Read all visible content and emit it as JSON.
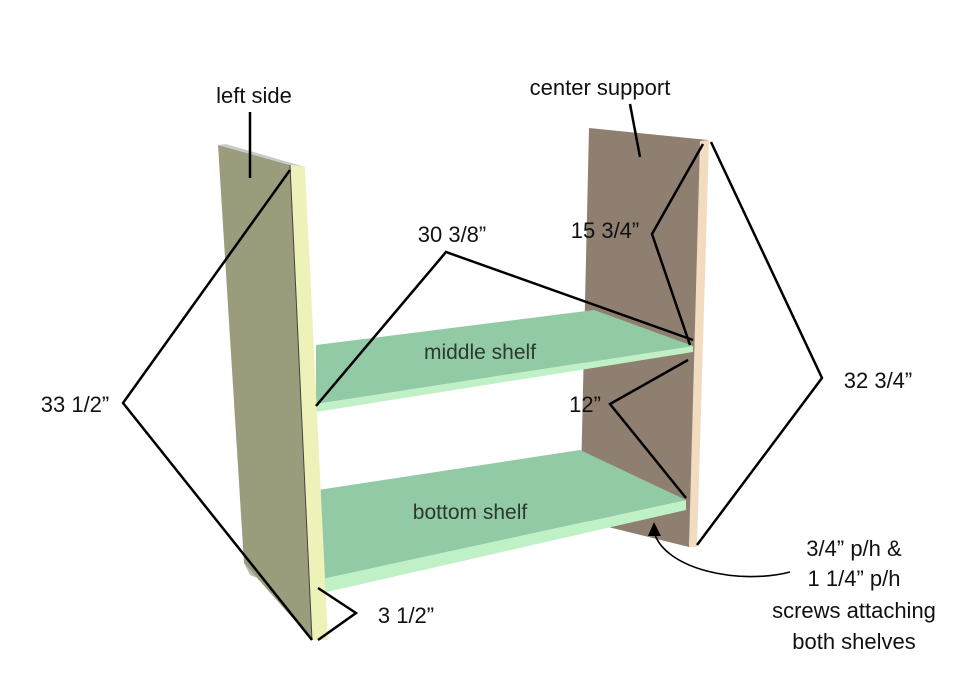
{
  "labels": {
    "left_side": "left side",
    "center_support": "center support",
    "middle_shelf": "middle shelf",
    "bottom_shelf": "bottom shelf"
  },
  "dimensions": {
    "shelf_width": "30 3/8”",
    "support_top_gap": "15 3/4”",
    "shelf_spacing": "12”",
    "left_side_height": "33 1/2”",
    "support_height": "32 3/4”",
    "bottom_offset": "3 1/2”"
  },
  "note": {
    "line1": "3/4” p/h &",
    "line2": "1 1/4” p/h",
    "line3": "screws attaching",
    "line4": "both shelves"
  },
  "colors": {
    "left_side_face": "#9a9c7c",
    "left_side_edge": "#eef2b8",
    "center_support_face": "#8f7f70",
    "center_support_edge": "#f1dcc0",
    "shelf_face": "#93caa6",
    "shelf_edge": "#bff0c6"
  }
}
